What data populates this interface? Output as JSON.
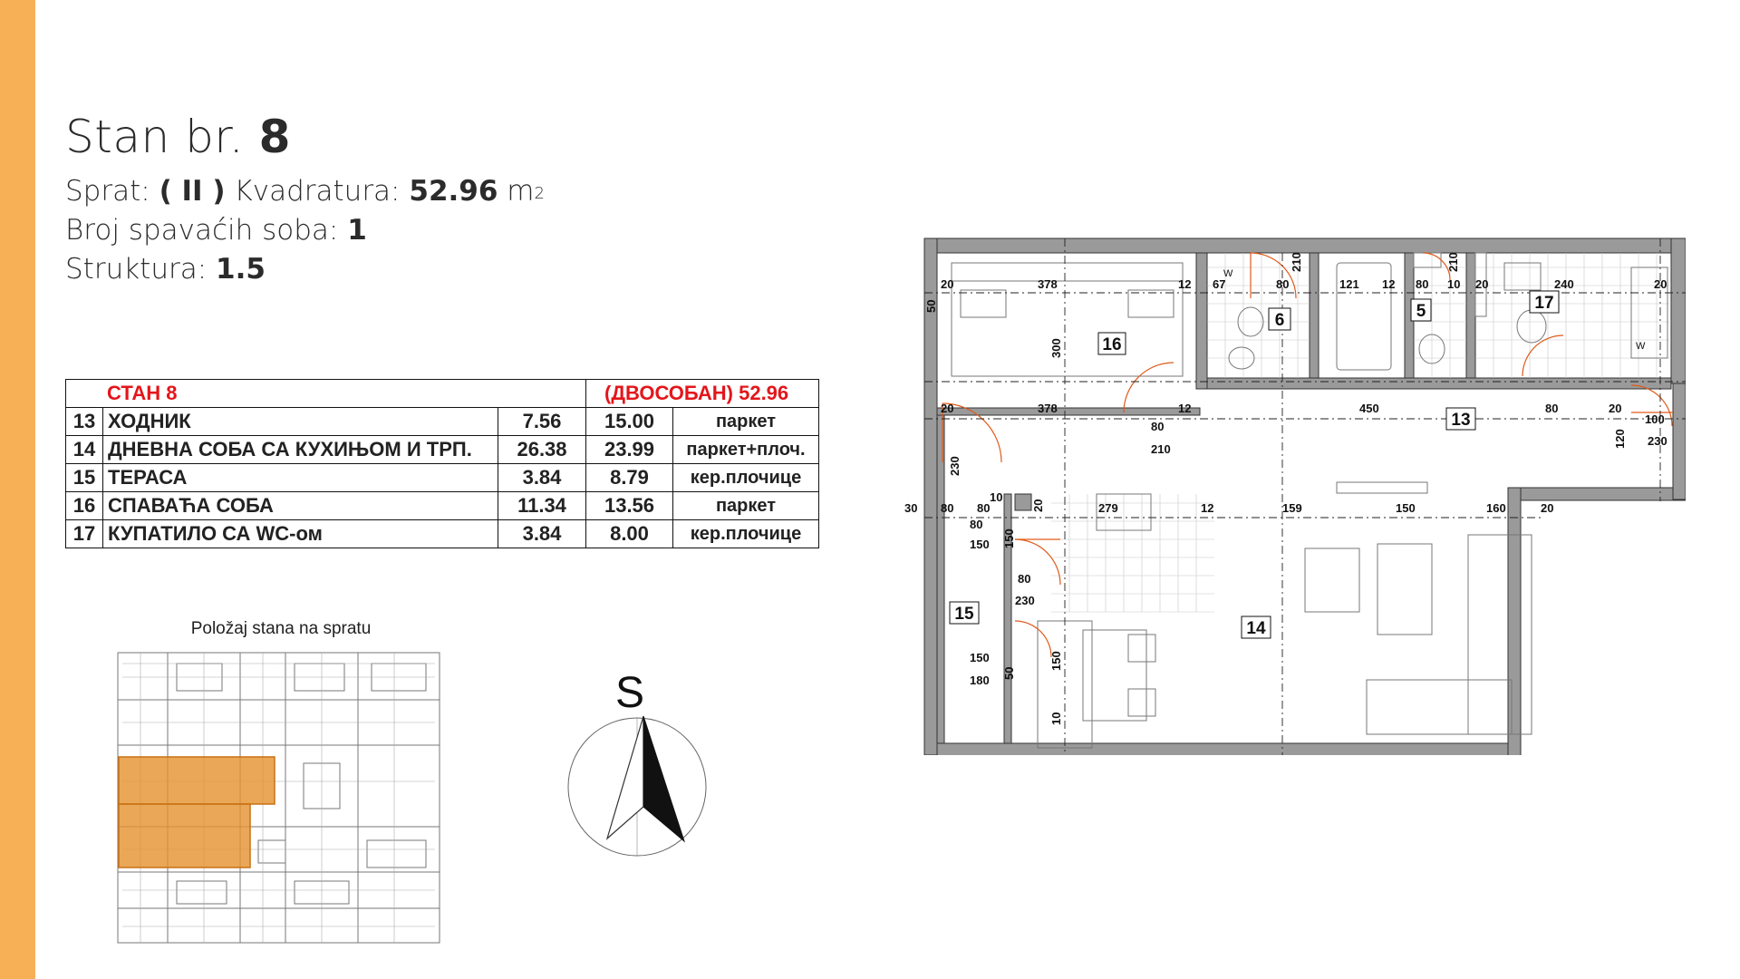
{
  "header": {
    "title_prefix": "Stan br.",
    "title_number": "8",
    "floor_label": "Sprat:",
    "floor_value": "( II )",
    "area_label": "Kvadratura:",
    "area_value": "52.96",
    "area_unit": "m",
    "area_unit_sup": "2",
    "bedrooms_label": "Broj spavaćih soba:",
    "bedrooms_value": "1",
    "structure_label": "Struktura:",
    "structure_value": "1.5"
  },
  "table": {
    "head_left": "СТАН 8",
    "head_right": "(ДВОСОБАН) 52.96",
    "rows": [
      {
        "no": "13",
        "name": "ХОДНИК",
        "a": "7.56",
        "b": "15.00",
        "floor": "паркет"
      },
      {
        "no": "14",
        "name": "ДНЕВНА СОБА СА КУХИЊОМ И ТРП.",
        "a": "26.38",
        "b": "23.99",
        "floor": "паркет+плоч."
      },
      {
        "no": "15",
        "name": "ТЕРАСА",
        "a": "3.84",
        "b": "8.79",
        "floor": "кер.плочице"
      },
      {
        "no": "16",
        "name": "СПАВАЋА СОБА",
        "a": "11.34",
        "b": "13.56",
        "floor": "паркет"
      },
      {
        "no": "17",
        "name": "КУПАТИЛО СА WC-ом",
        "a": "3.84",
        "b": "8.00",
        "floor": "кер.плочице"
      }
    ]
  },
  "position_label": "Položaj stana na spratu",
  "compass_label": "S",
  "plan": {
    "room_labels": [
      "16",
      "6",
      "5",
      "17",
      "13",
      "15",
      "14"
    ],
    "dims": [
      "20",
      "378",
      "12",
      "67",
      "80",
      "210",
      "121",
      "12",
      "80",
      "210",
      "10",
      "20",
      "240",
      "20",
      "300",
      "50",
      "20",
      "378",
      "12",
      "450",
      "80",
      "20",
      "100",
      "80",
      "230",
      "210",
      "120",
      "230",
      "10",
      "30",
      "80",
      "80",
      "20",
      "279",
      "12",
      "159",
      "150",
      "160",
      "20",
      "150",
      "80",
      "150",
      "80",
      "230",
      "150",
      "50",
      "180",
      "150",
      "10",
      "W",
      "W"
    ]
  },
  "colors": {
    "accent": "#f7b055",
    "highlight": "#e5912e",
    "table_head": "#e3161b",
    "dim_orange": "#e05a1a"
  }
}
